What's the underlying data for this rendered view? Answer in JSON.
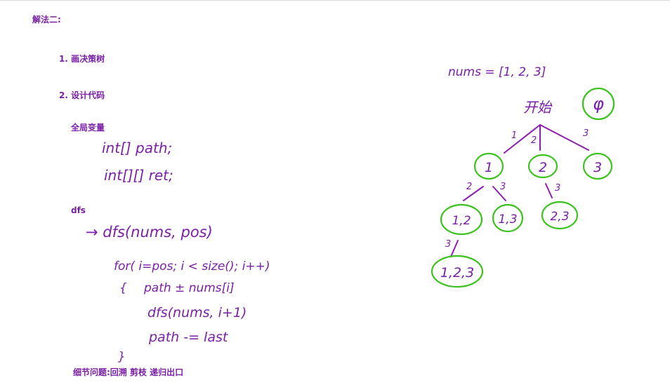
{
  "doc": {
    "title": "解法二:",
    "step1": "1. 画决策树",
    "step2": "2. 设计代码",
    "global_vars": "全局变量",
    "dfs": "dfs",
    "details": "细节问题:回溯 剪枝 递归出口"
  },
  "handwriting": {
    "path_decl": "int[] path;",
    "ret_decl": "int[][] ret;",
    "dfs_sig": "→ dfs(nums, pos)",
    "for_loop": "for( i=pos; i < size(); i++)",
    "open_brace": "{",
    "path_add": "path ± nums[i]",
    "dfs_call": "dfs(nums, i+1)",
    "path_remove": "path -= last",
    "close_brace": "}"
  },
  "tree": {
    "nums_label": "nums = [1, 2, 3]",
    "start_label": "开始",
    "root": "φ",
    "level1": [
      "1",
      "2",
      "3"
    ],
    "level1_edges": [
      "1",
      "2",
      "3"
    ],
    "level2": [
      "1,2",
      "1,3",
      "2,3"
    ],
    "level2_edges": [
      "2",
      "3",
      "3"
    ],
    "level3": [
      "1,2,3"
    ],
    "level3_edges": [
      "3"
    ]
  },
  "colors": {
    "text": "#7a1fa8",
    "ink": "#8a1fb0",
    "node": "#3cc21f"
  }
}
